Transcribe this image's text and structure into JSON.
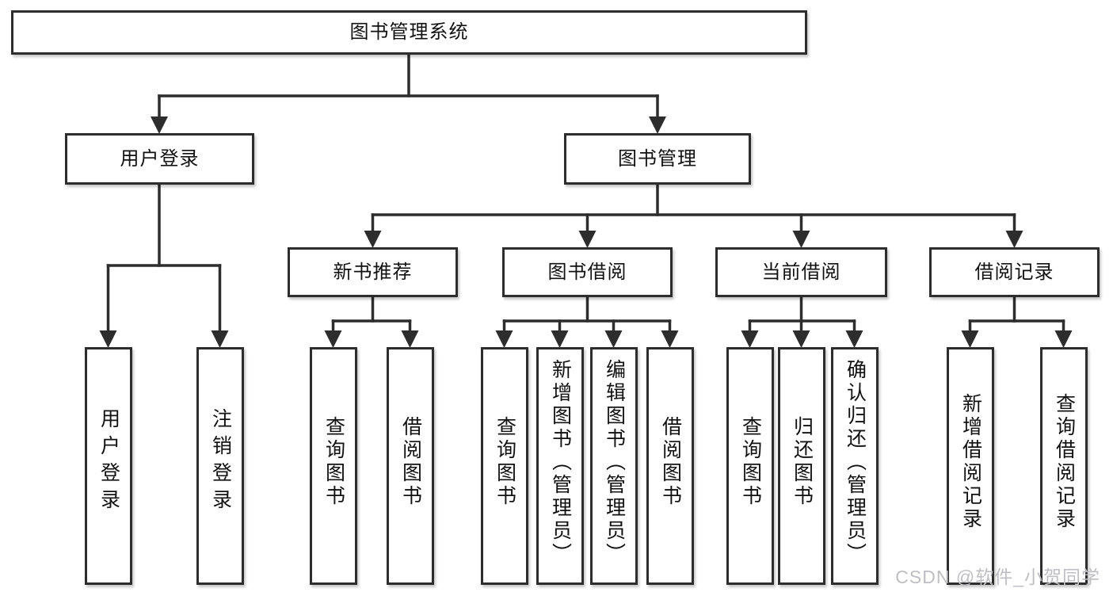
{
  "tree": {
    "root": {
      "label": "图书管理系统"
    },
    "user_login": {
      "label": "用户登录"
    },
    "book_management": {
      "label": "图书管理"
    },
    "new_book_recommend": {
      "label": "新书推荐"
    },
    "book_borrow": {
      "label": "图书借阅"
    },
    "current_borrow": {
      "label": "当前借阅"
    },
    "borrow_records": {
      "label": "借阅记录"
    },
    "leaves": {
      "user_login": "用户登录",
      "logout": "注销登录",
      "recommend_query_books": "查询图书",
      "recommend_borrow_books": "借阅图书",
      "borrow_query_books": "查询图书",
      "borrow_add_books": "新增图书（管理员）",
      "borrow_edit_books": "编辑图书（管理员）",
      "borrow_borrow_books": "借阅图书",
      "current_query_books": "查询图书",
      "current_return_books": "归还图书",
      "current_confirm_return": "确认归还（管理员）",
      "records_add_record": "新增借阅记录",
      "records_query_record": "查询借阅记录"
    }
  },
  "watermark": {
    "text": "CSDN @软件_小贺同学"
  },
  "colors": {
    "line": "#2d2d2d",
    "box_border": "#2d2d2d",
    "box_fill": "#ffffff",
    "text": "#111111",
    "watermark": "#bfbfc3"
  }
}
